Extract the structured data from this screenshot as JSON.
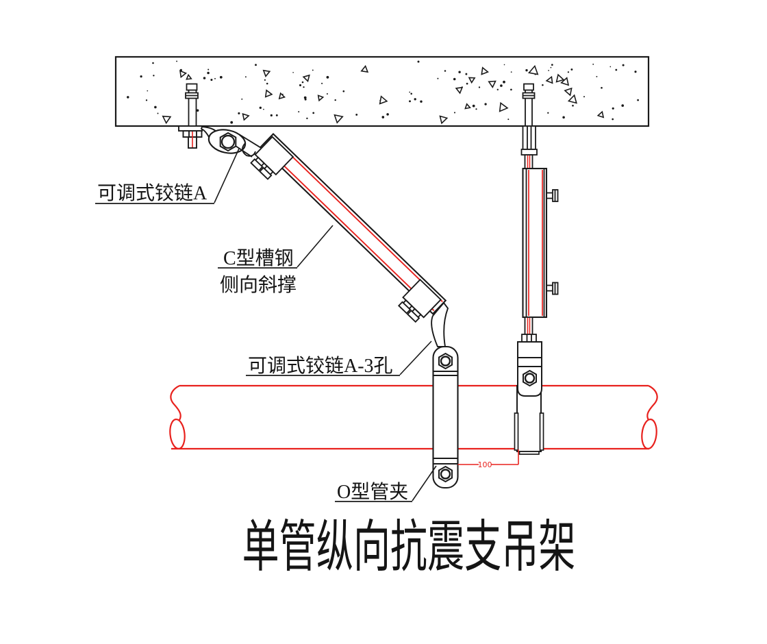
{
  "diagram": {
    "title": "单管纵向抗震支吊架",
    "callouts": {
      "hinge_a": {
        "text": "可调式铰链A"
      },
      "channel": {
        "line1": "C型槽钢",
        "line2": "侧向斜撑"
      },
      "hinge_a3": {
        "text": "可调式铰链A-3孔"
      },
      "pipe_clamp": {
        "text": "O型管夹"
      }
    },
    "dimension_label": "100",
    "colors": {
      "line": "#1a1a1a",
      "red": "#e8211d",
      "background": "#ffffff"
    }
  }
}
